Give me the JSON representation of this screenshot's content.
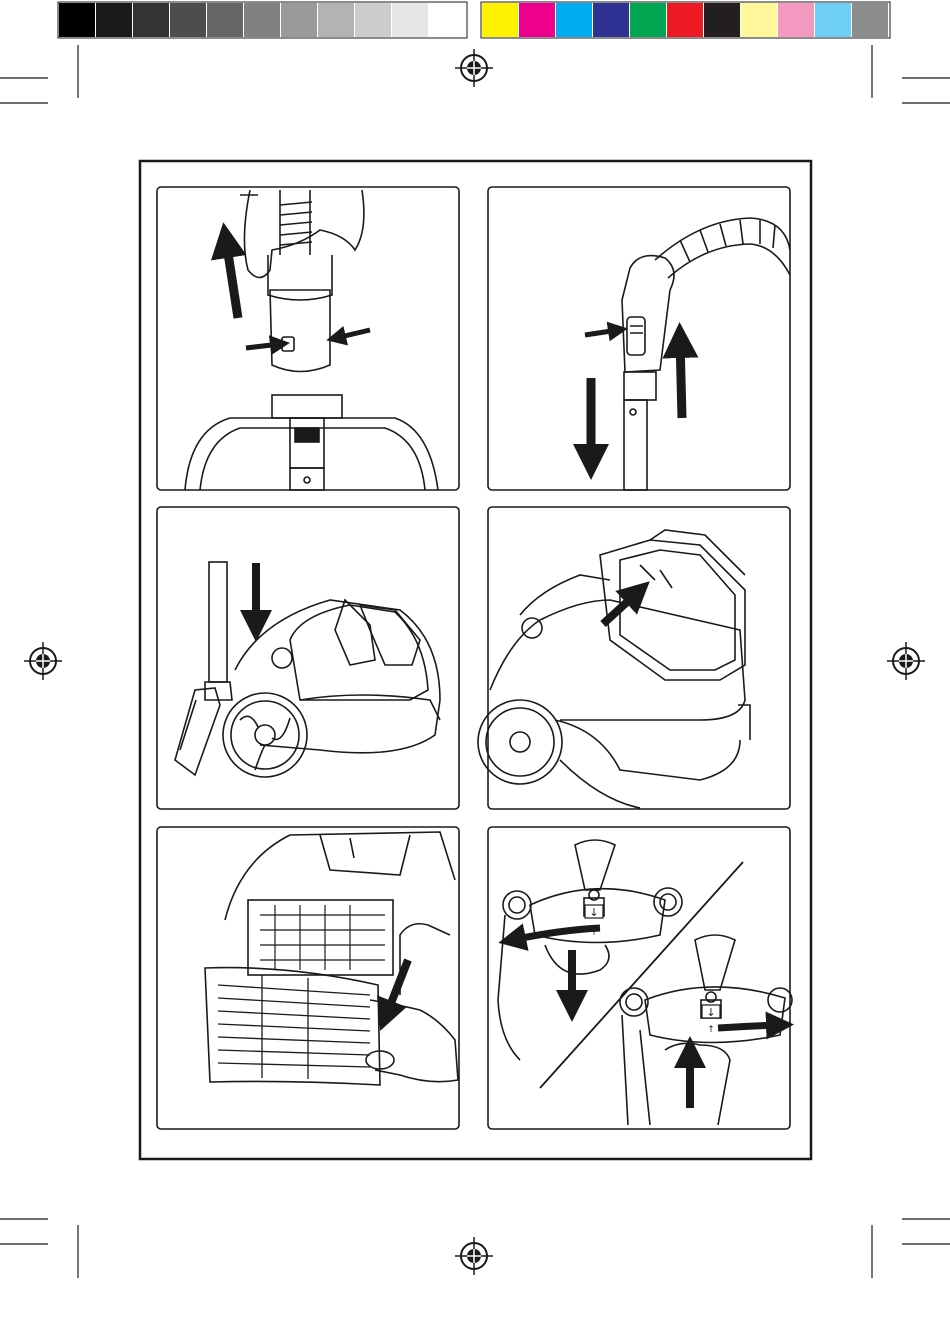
{
  "page": {
    "background": "#ffffff",
    "ink": "#1a1a1a"
  },
  "color_bar": {
    "gray_swatches": [
      "#000000",
      "#1a1a1a",
      "#333333",
      "#4d4d4d",
      "#666666",
      "#808080",
      "#999999",
      "#b3b3b3",
      "#cccccc",
      "#e6e6e6",
      "#ffffff"
    ],
    "color_swatches": [
      "#fff200",
      "#ec008c",
      "#00aeef",
      "#2e3192",
      "#00a651",
      "#ed1c24",
      "#231f20",
      "#fff799",
      "#f49ac1",
      "#6dcff6",
      "#8c8c8c"
    ]
  },
  "panels": [
    {
      "name": "panel-remove-hose-handle",
      "icon": "hose-release-icon"
    },
    {
      "name": "panel-telescopic-tube",
      "icon": "tube-release-icon"
    },
    {
      "name": "panel-parking-tube",
      "icon": "vacuum-parking-icon"
    },
    {
      "name": "panel-remove-dust-container",
      "icon": "dust-container-icon"
    },
    {
      "name": "panel-remove-filter",
      "icon": "filter-icon"
    },
    {
      "name": "panel-open-cyclone",
      "icon": "cyclone-unlock-icon"
    }
  ],
  "cyclone_panel": {
    "unlock_symbol": "↓",
    "lock_symbol": "↑"
  }
}
